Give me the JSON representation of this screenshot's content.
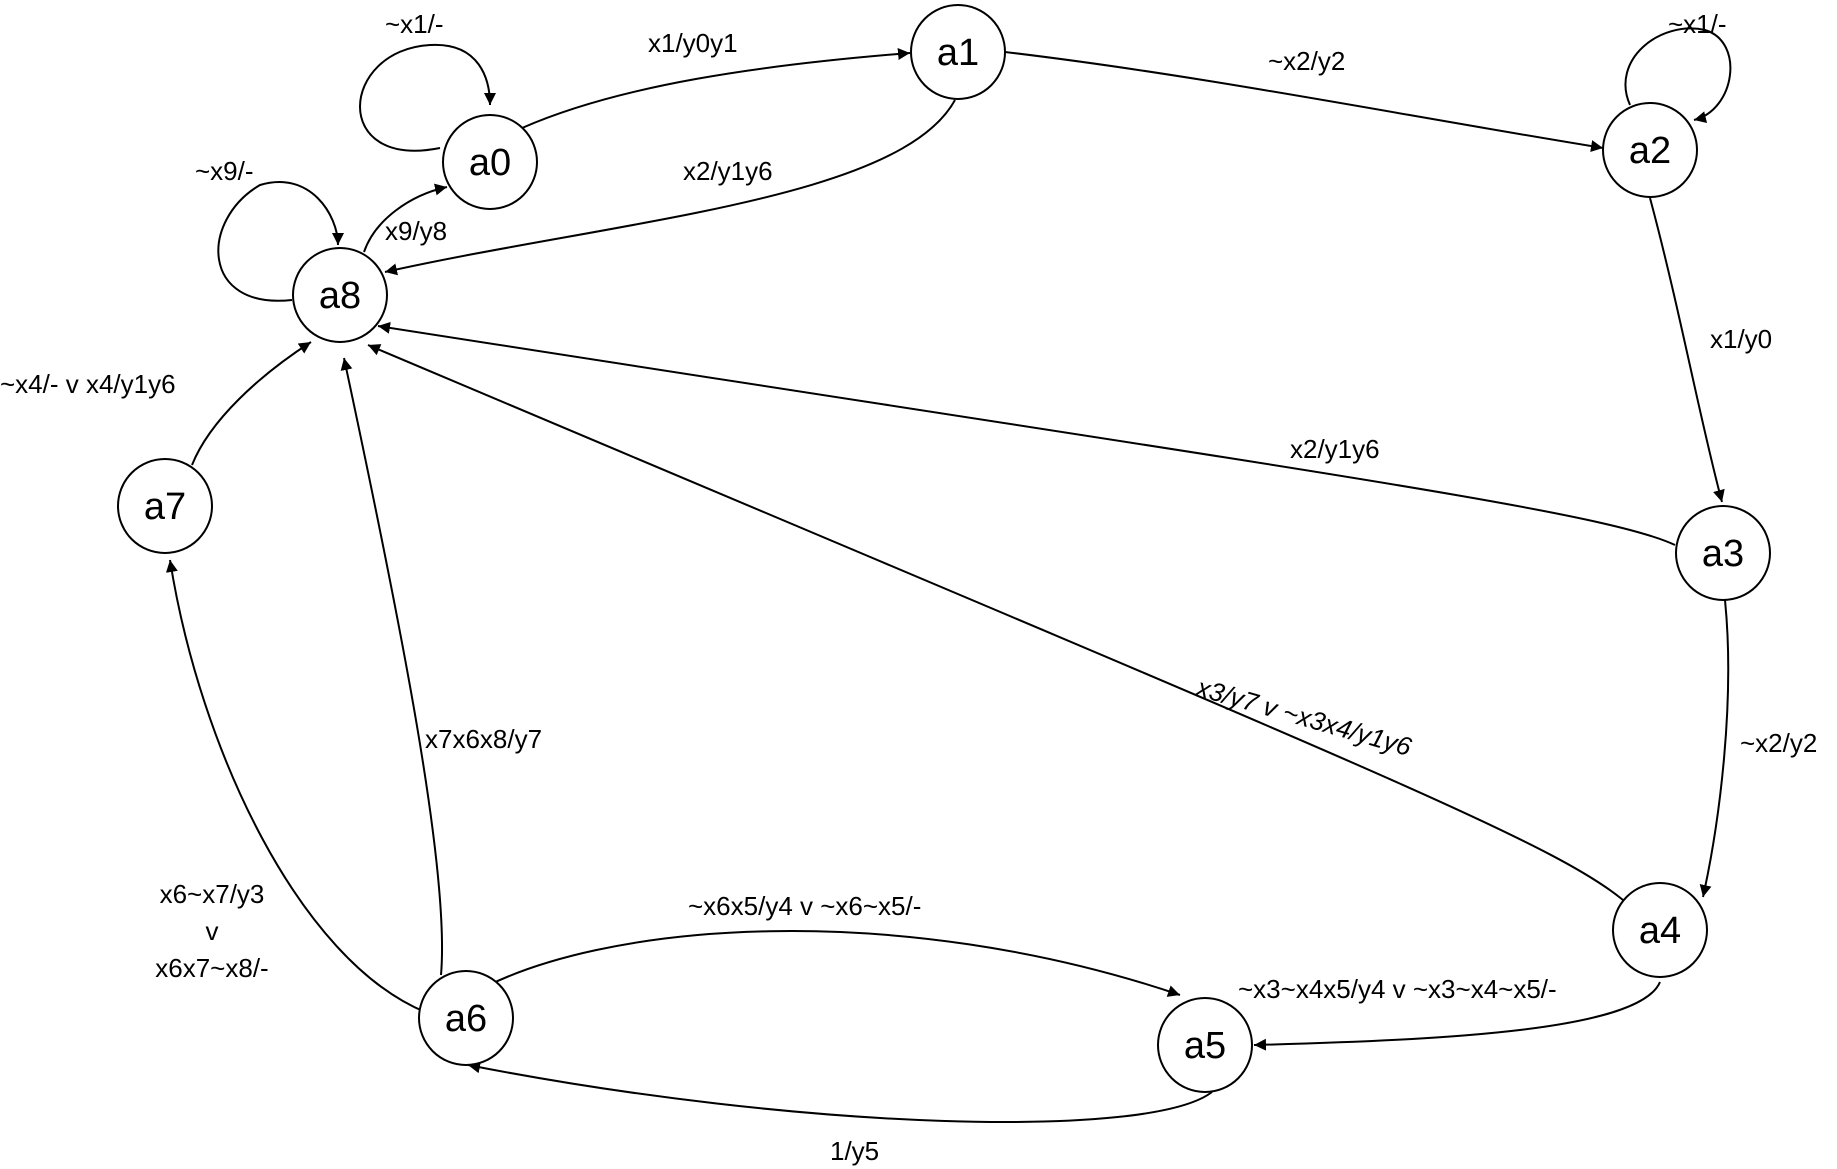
{
  "diagram": {
    "states": [
      "a0",
      "a1",
      "a2",
      "a3",
      "a4",
      "a5",
      "a6",
      "a7",
      "a8"
    ],
    "transitions": [
      {
        "from": "a0",
        "to": "a0",
        "label": "~x1/-"
      },
      {
        "from": "a0",
        "to": "a1",
        "label": "x1/y0y1"
      },
      {
        "from": "a1",
        "to": "a2",
        "label": "~x2/y2"
      },
      {
        "from": "a2",
        "to": "a2",
        "label": "~x1/-"
      },
      {
        "from": "a1",
        "to": "a8",
        "label": "x2/y1y6"
      },
      {
        "from": "a8",
        "to": "a8",
        "label": "~x9/-"
      },
      {
        "from": "a8",
        "to": "a0",
        "label": "x9/y8"
      },
      {
        "from": "a2",
        "to": "a3",
        "label": "x1/y0"
      },
      {
        "from": "a3",
        "to": "a8",
        "label": "x2/y1y6"
      },
      {
        "from": "a7",
        "to": "a8",
        "label": "~x4/- v x4/y1y6"
      },
      {
        "from": "a3",
        "to": "a4",
        "label": "~x2/y2"
      },
      {
        "from": "a4",
        "to": "a8",
        "label": "x3/y7 v ~x3x4/y1y6"
      },
      {
        "from": "a6",
        "to": "a8",
        "label": "x7x6x8/y7"
      },
      {
        "from": "a6",
        "to": "a7",
        "label_lines": [
          "x6~x7/y3",
          "v",
          "x6x7~x8/-"
        ]
      },
      {
        "from": "a6",
        "to": "a5",
        "label": "~x6x5/y4 v ~x6~x5/-"
      },
      {
        "from": "a4",
        "to": "a5",
        "label": "~x3~x4x5/y4 v ~x3~x4~x5/-"
      },
      {
        "from": "a5",
        "to": "a6",
        "label": "1/y5"
      }
    ]
  }
}
